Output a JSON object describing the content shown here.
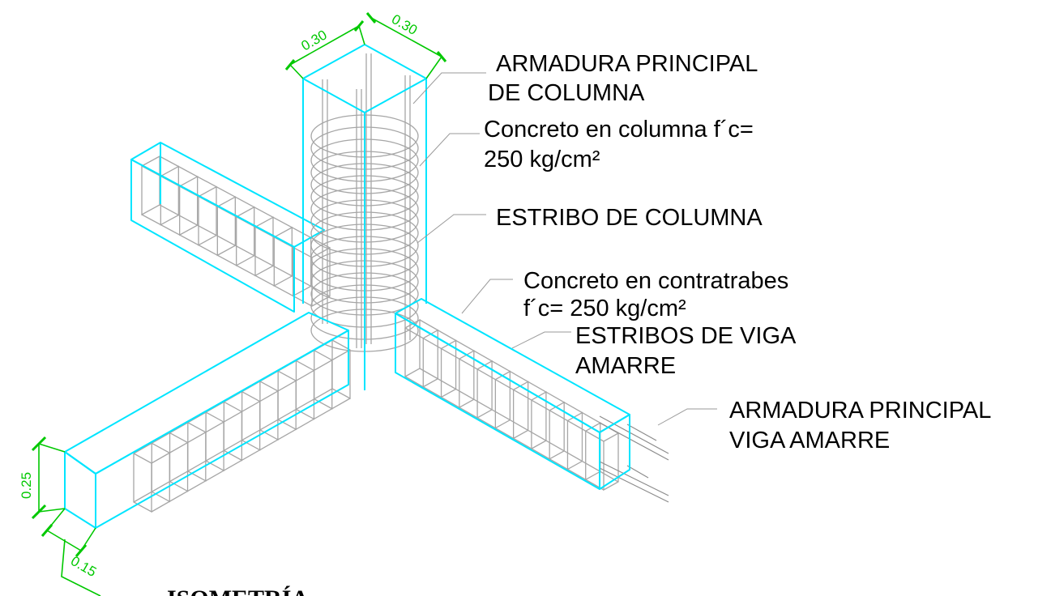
{
  "labels": {
    "armadura_columna_1": "ARMADURA PRINCIPAL",
    "armadura_columna_2": "DE COLUMNA",
    "concreto_columna_1": "Concreto en columna f´c=",
    "concreto_columna_2": "250 kg/cm²",
    "estribo_columna": "ESTRIBO DE COLUMNA",
    "concreto_contratrabes_1": "Concreto en contratrabes",
    "concreto_contratrabes_2": "f´c= 250 kg/cm²",
    "estribos_viga_1": "ESTRIBOS DE VIGA",
    "estribos_viga_2": "AMARRE",
    "armadura_viga_1": "ARMADURA PRINCIPAL",
    "armadura_viga_2": "VIGA AMARRE"
  },
  "dimensions": {
    "col_width_a": "0.30",
    "col_width_b": "0.30",
    "beam_height": "0.25",
    "beam_width": "0.15"
  },
  "title": "ISOMETRÍA",
  "colors": {
    "concrete_outline": "#00e5ff",
    "rebar": "#a6a6a6",
    "dimension": "#00c800",
    "text": "#000000"
  }
}
